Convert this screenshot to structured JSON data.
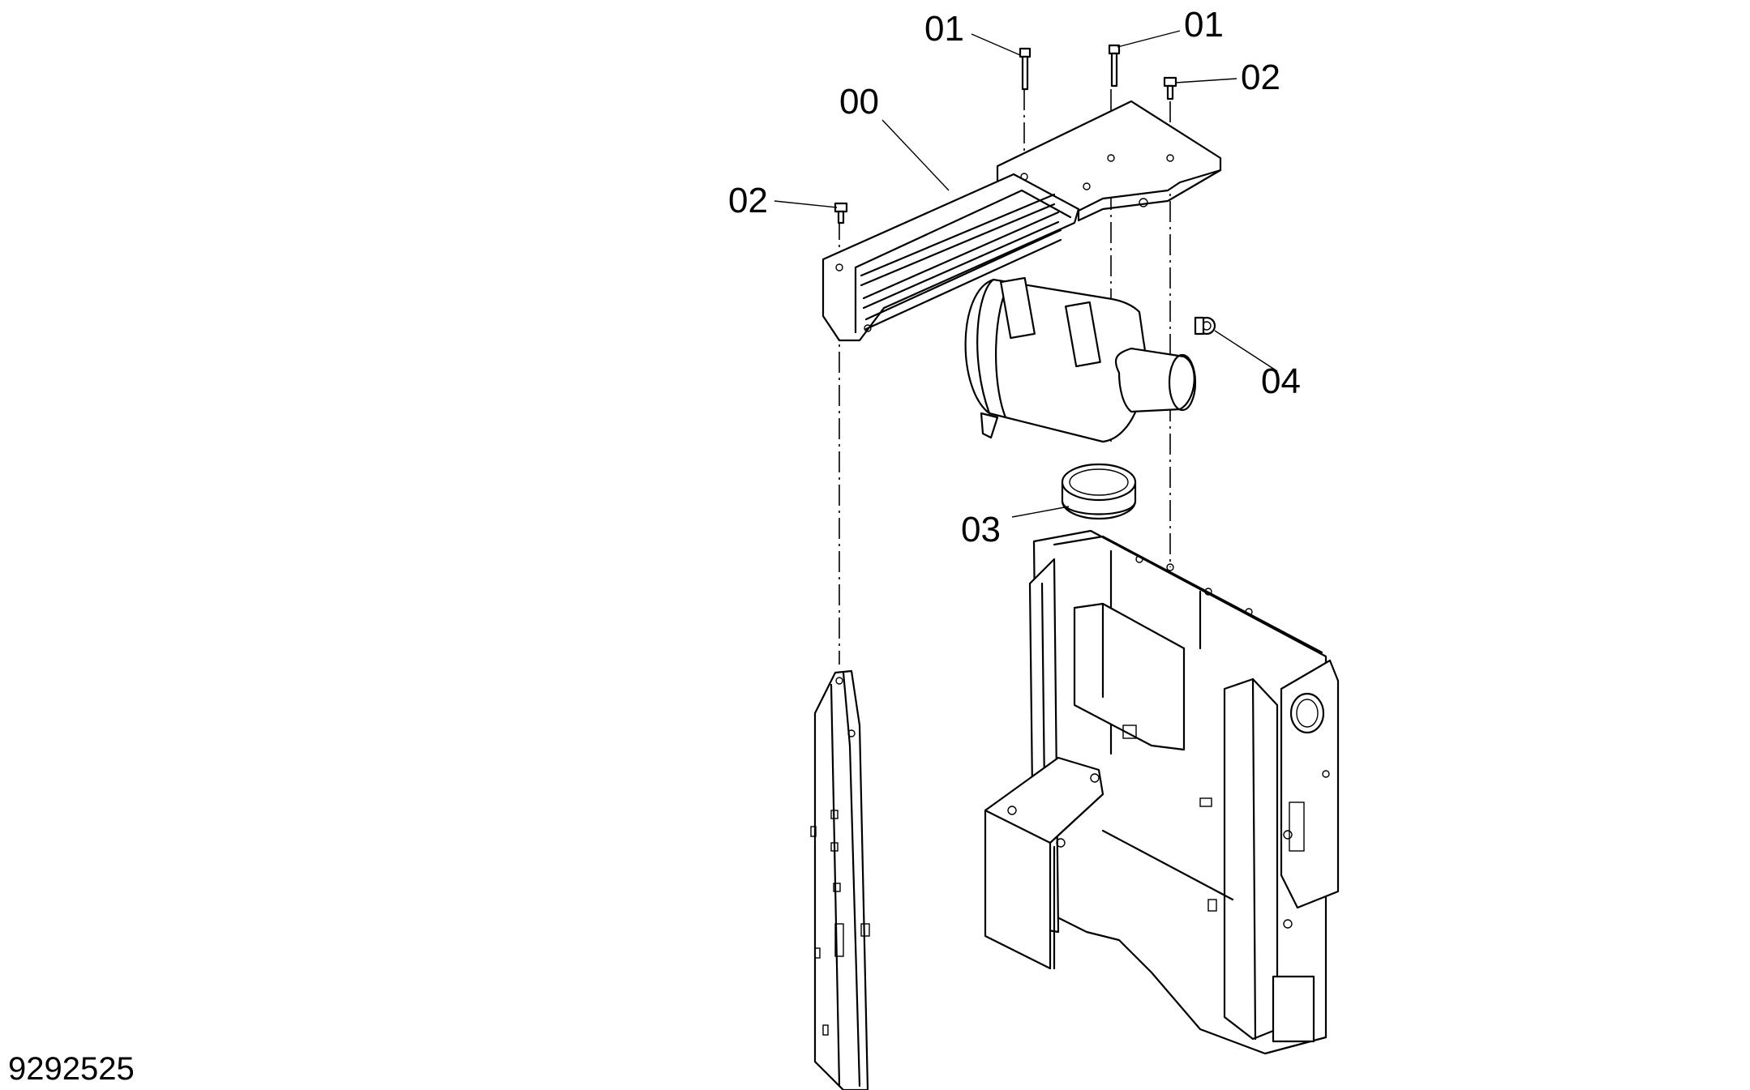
{
  "drawing_number": "9292525",
  "callouts": [
    {
      "id": "bolt-top-left",
      "text": "01"
    },
    {
      "id": "bolt-top-right",
      "text": "01"
    },
    {
      "id": "screw-top-right",
      "text": "02"
    },
    {
      "id": "assembly",
      "text": "00"
    },
    {
      "id": "screw-left",
      "text": "02"
    },
    {
      "id": "fitting",
      "text": "04"
    },
    {
      "id": "clamp-ring",
      "text": "03"
    }
  ]
}
